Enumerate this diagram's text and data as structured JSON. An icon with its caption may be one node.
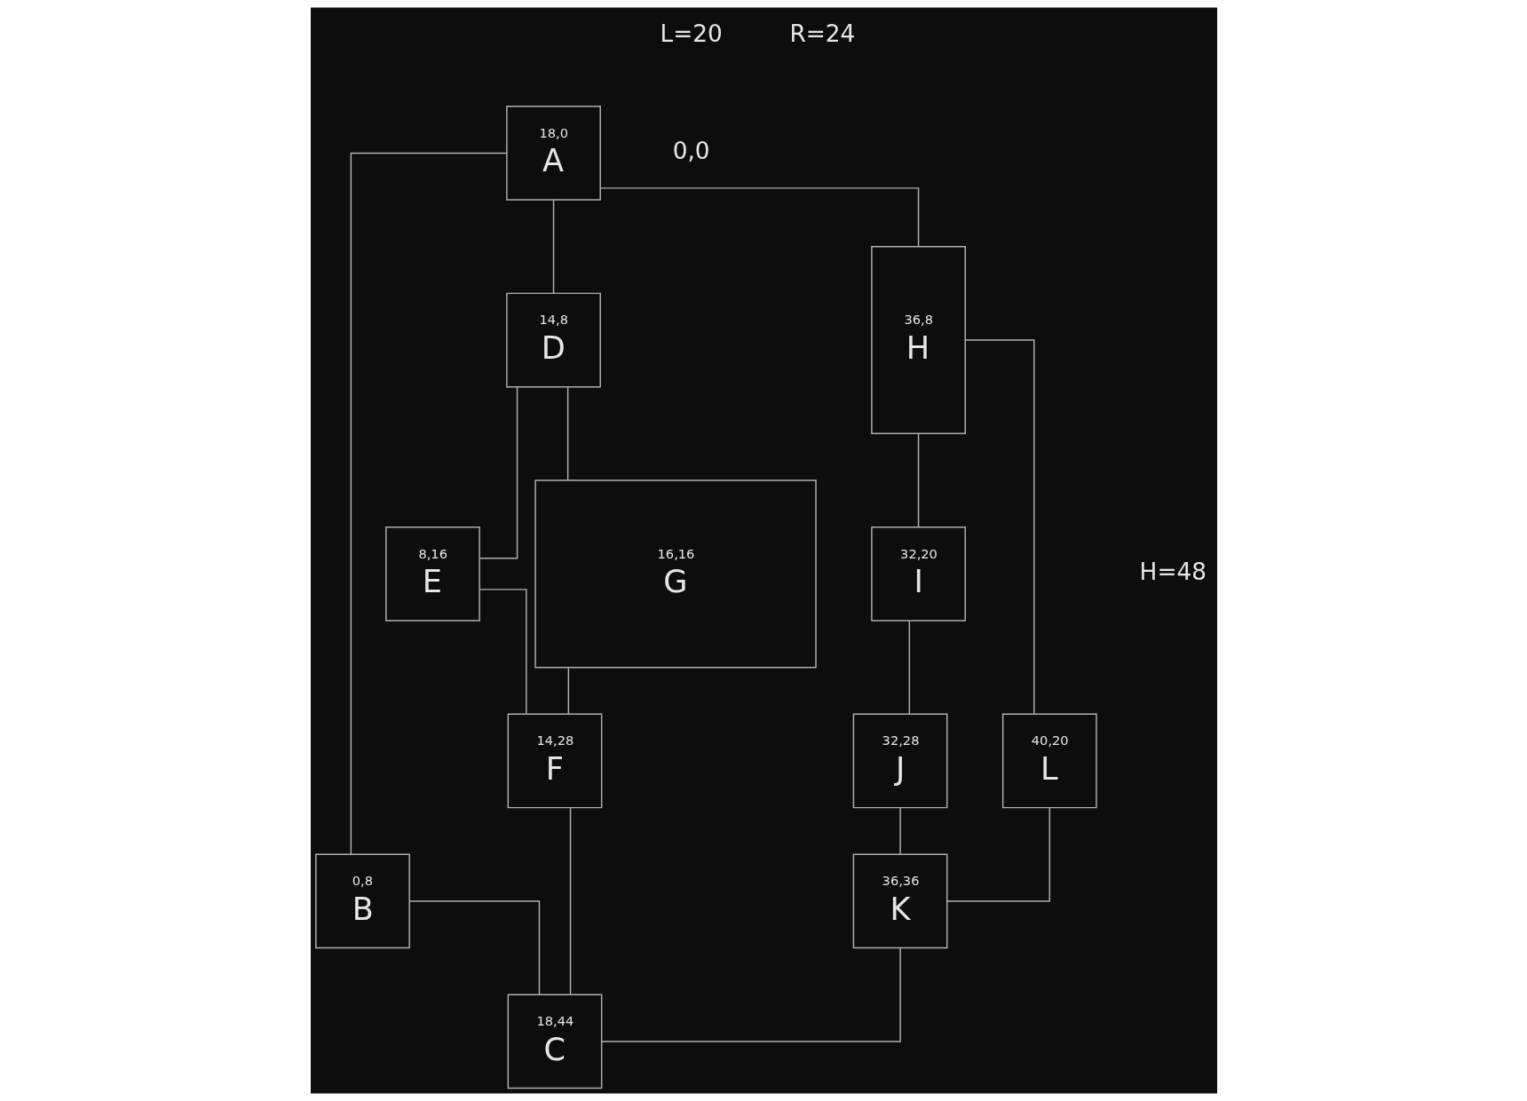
{
  "diagram": {
    "nodes": [
      {
        "text": [
          "18,0",
          "A"
        ]
      },
      {
        "text": [
          "0,8",
          "B"
        ]
      },
      {
        "text": [
          "14,8",
          "D"
        ]
      },
      {
        "text": [
          "36,8",
          "H"
        ]
      },
      {
        "text": [
          "8,16",
          "E"
        ]
      },
      {
        "text": [
          "16,16",
          "G"
        ]
      },
      {
        "text": [
          "32,20",
          "I"
        ]
      },
      {
        "text": [
          "40,20",
          "L"
        ]
      },
      {
        "text": [
          "14,28",
          "F"
        ]
      },
      {
        "text": [
          "32,28",
          "J"
        ]
      },
      {
        "text": [
          "36,36",
          "K"
        ]
      },
      {
        "text": [
          "18,44",
          "C"
        ]
      }
    ],
    "edges": [
      {
        "from": 0,
        "to": 1,
        "arrow": "none"
      },
      {
        "from": 0,
        "to": 2,
        "arrow": "none"
      },
      {
        "from": 0,
        "to": 3,
        "arrow": "none"
      },
      {
        "from": 2,
        "to": 4,
        "arrow": "none"
      },
      {
        "from": 2,
        "to": 5,
        "arrow": "none"
      },
      {
        "from": 4,
        "to": 8,
        "arrow": "none"
      },
      {
        "from": 5,
        "to": 8,
        "arrow": "none"
      },
      {
        "from": 3,
        "to": 6,
        "arrow": "none"
      },
      {
        "from": 3,
        "to": 7,
        "arrow": "none"
      },
      {
        "from": 6,
        "to": 9,
        "arrow": "none"
      },
      {
        "from": 9,
        "to": 10,
        "arrow": "none"
      },
      {
        "from": 7,
        "to": 10,
        "arrow": "none"
      },
      {
        "from": 1,
        "to": 11,
        "arrow": "none"
      },
      {
        "from": 8,
        "to": 11,
        "arrow": "none"
      },
      {
        "from": 10,
        "to": 11,
        "arrow": "none"
      }
    ],
    "labels": [
      "L=20",
      "R=24",
      "0,0",
      "H=48"
    ]
  }
}
